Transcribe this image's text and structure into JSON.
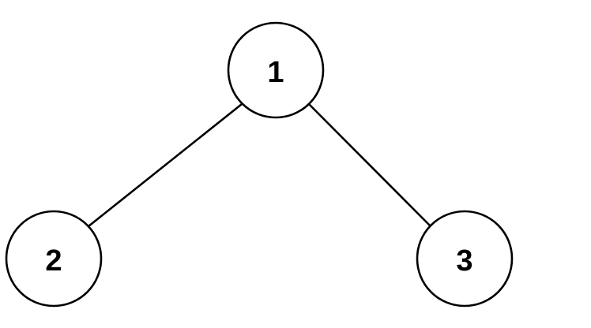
{
  "tree": {
    "nodes": [
      {
        "id": "root",
        "label": "1"
      },
      {
        "id": "left",
        "label": "2"
      },
      {
        "id": "right",
        "label": "3"
      }
    ],
    "edges": [
      {
        "from": "root",
        "to": "left"
      },
      {
        "from": "root",
        "to": "right"
      }
    ]
  },
  "colors": {
    "stroke": "#000000",
    "fill": "#ffffff",
    "text": "#000000"
  }
}
